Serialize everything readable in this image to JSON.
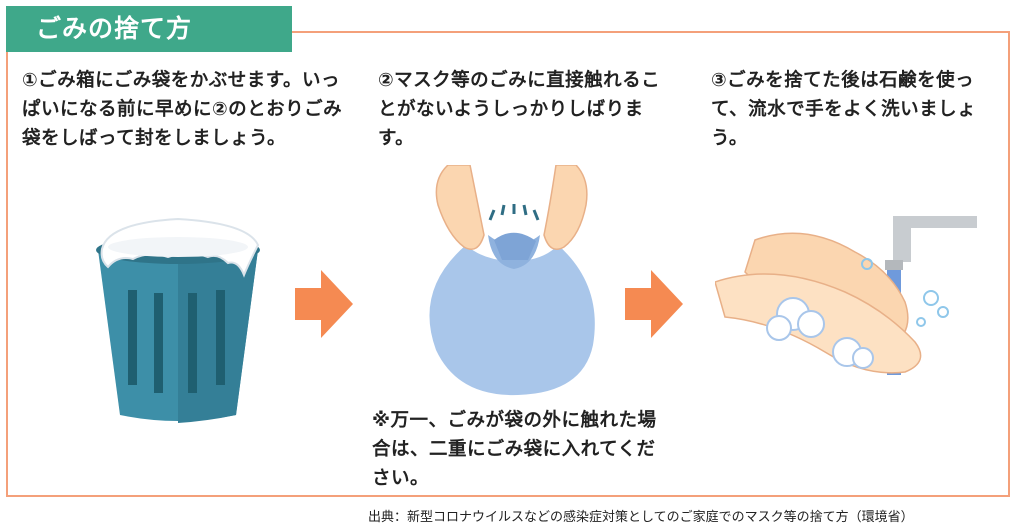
{
  "title": "ごみの捨て方",
  "steps": [
    {
      "text": "①ごみ箱にごみ袋をかぶせます。いっぱいになる前に早めに②のとおりごみ袋をしばって封をしましょう。"
    },
    {
      "text": "②マスク等のごみに直接触れることがないようしっかりしばります。"
    },
    {
      "text": "③ごみを捨てた後は石鹸を使って、流水で手をよく洗いましょう。"
    }
  ],
  "note": "※万一、ごみが袋の外に触れた場合は、二重にごみ袋に入れてください。",
  "source": "出典：新型コロナウイルスなどの感染症対策としてのご家庭でのマスク等の捨て方（環境省）",
  "colors": {
    "title_bg": "#3fa88a",
    "frame": "#f4a07a",
    "arrow": "#f58a52",
    "bin": "#3d8fa8",
    "bag": "#a9c6ea",
    "skin": "#fbd6b0"
  }
}
